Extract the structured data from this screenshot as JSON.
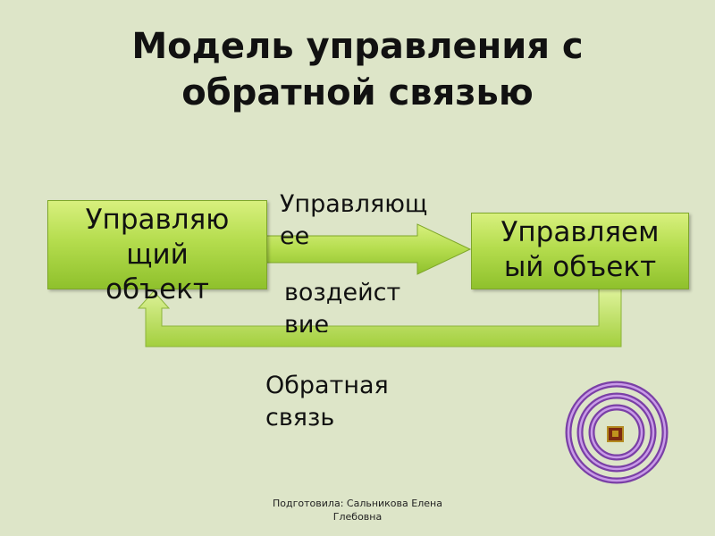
{
  "title": {
    "line1": "Модель управления с",
    "line2": "обратной связью"
  },
  "diagram": {
    "controller": {
      "line1": "Управляю",
      "line2": "щий",
      "line3": "объект"
    },
    "controlled": {
      "line1": "Управляем",
      "line2": "ый объект"
    },
    "control_action": {
      "line1": "Управляющ",
      "line2": "ее",
      "line3": "воздейст",
      "line4": "вие"
    },
    "feedback": {
      "line1": "Обратная",
      "line2": "связь"
    }
  },
  "footer": {
    "line1": "Подготовила: Сальникова Елена",
    "line2": "Глебовна"
  },
  "colors": {
    "background": "#dde5c8",
    "shape_light": "#d8f07e",
    "shape_dark": "#8fc12c",
    "spiral": "#a05ad0"
  },
  "icons": {
    "decoration": "spiral-target-icon"
  }
}
